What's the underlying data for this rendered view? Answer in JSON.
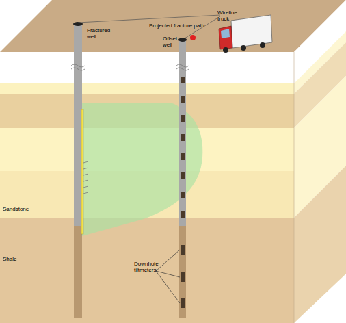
{
  "diagram": {
    "labels": [
      "Fractured well",
      "Projected fracture path",
      "Wireline truck",
      "Offset well",
      "Sandstone",
      "Shale",
      "Downhole tiltmeters"
    ]
  }
}
